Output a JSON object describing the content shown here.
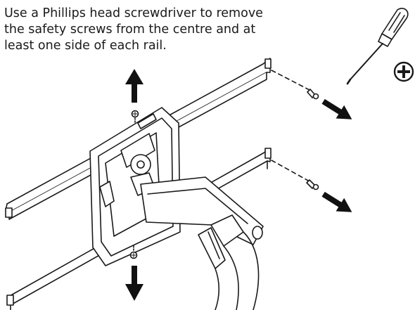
{
  "instruction": {
    "lines": [
      "Use a Phillips head screwdriver to remove",
      "the safety screws from the centre and at",
      "least one side of each rail."
    ]
  },
  "icons": {
    "tool": "screwdriver-icon",
    "head_type": "phillips-head-icon"
  },
  "colors": {
    "line": "#1a1a1a",
    "fill": "#ffffff",
    "arrow": "#111111"
  }
}
